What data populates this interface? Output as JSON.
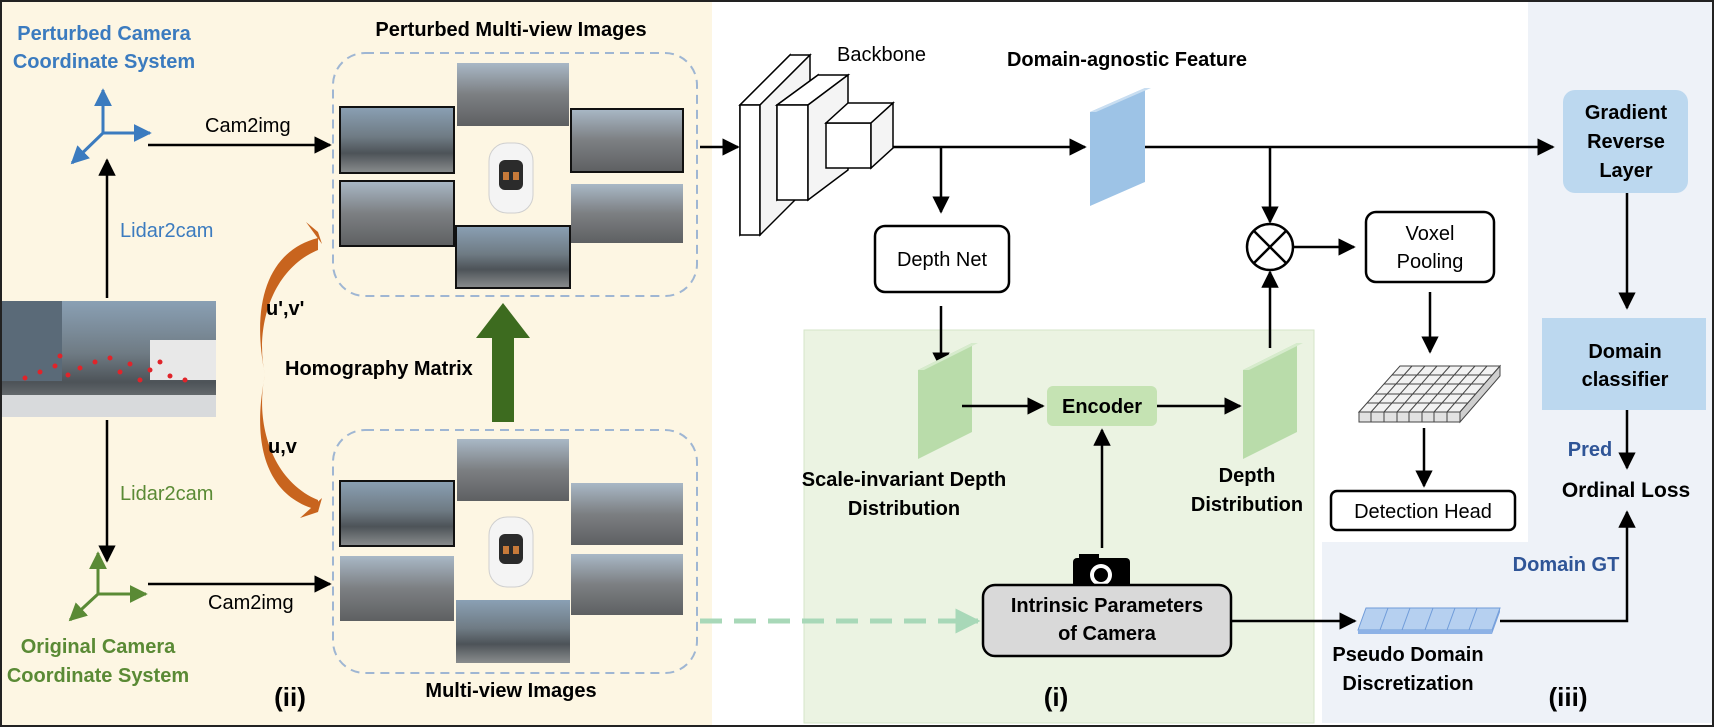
{
  "colors": {
    "panel_ii_bg": "#fdf6e3",
    "panel_i_bg": "#ebf3e2",
    "panel_iii_bg": "#eef2f8",
    "perturbed_blue": "#3b7bbf",
    "original_green": "#5a8a35",
    "gradient_box": "#bcd8ef",
    "domain_box": "#bcd8ef",
    "feature_blue": "#9dc3e6",
    "depth_green": "#b9dcaa",
    "encoder_green": "#c5e3b3",
    "dark_green_arrow": "#3d6b1f",
    "homography_arrow": "#c8641e",
    "label_navy": "#2f5597"
  },
  "left": {
    "perturbed_cs_line1": "Perturbed Camera",
    "perturbed_cs_line2": "Coordinate System",
    "original_cs_line1": "Original Camera",
    "original_cs_line2": "Coordinate System",
    "lidar2cam_top": "Lidar2cam",
    "lidar2cam_bottom": "Lidar2cam",
    "cam2img_top": "Cam2img",
    "cam2img_bottom": "Cam2img",
    "u_prime": "u',v'",
    "u": "u,v",
    "homography": "Homography Matrix",
    "perturbed_images_title": "Perturbed Multi-view Images",
    "multiview_images_title": "Multi-view Images",
    "section_ii": "(ii)"
  },
  "middle": {
    "backbone": "Backbone",
    "domain_agnostic": "Domain-agnostic Feature",
    "depth_net": "Depth Net",
    "scale_invariant_line1": "Scale-invariant Depth",
    "scale_invariant_line2": "Distribution",
    "encoder": "Encoder",
    "depth_dist_line1": "Depth",
    "depth_dist_line2": "Distribution",
    "voxel_line1": "Voxel",
    "voxel_line2": "Pooling",
    "detection_head": "Detection Head",
    "intrinsic_line1": "Intrinsic Parameters",
    "intrinsic_line2": "of Camera",
    "section_i": "(i)"
  },
  "right": {
    "grl_line1": "Gradient",
    "grl_line2": "Reverse",
    "grl_line3": "Layer",
    "domain_cls_line1": "Domain",
    "domain_cls_line2": "classifier",
    "pred": "Pred",
    "ordinal_loss": "Ordinal Loss",
    "domain_gt": "Domain GT",
    "pseudo_line1": "Pseudo Domain",
    "pseudo_line2": "Discretization",
    "section_iii": "(iii)"
  }
}
